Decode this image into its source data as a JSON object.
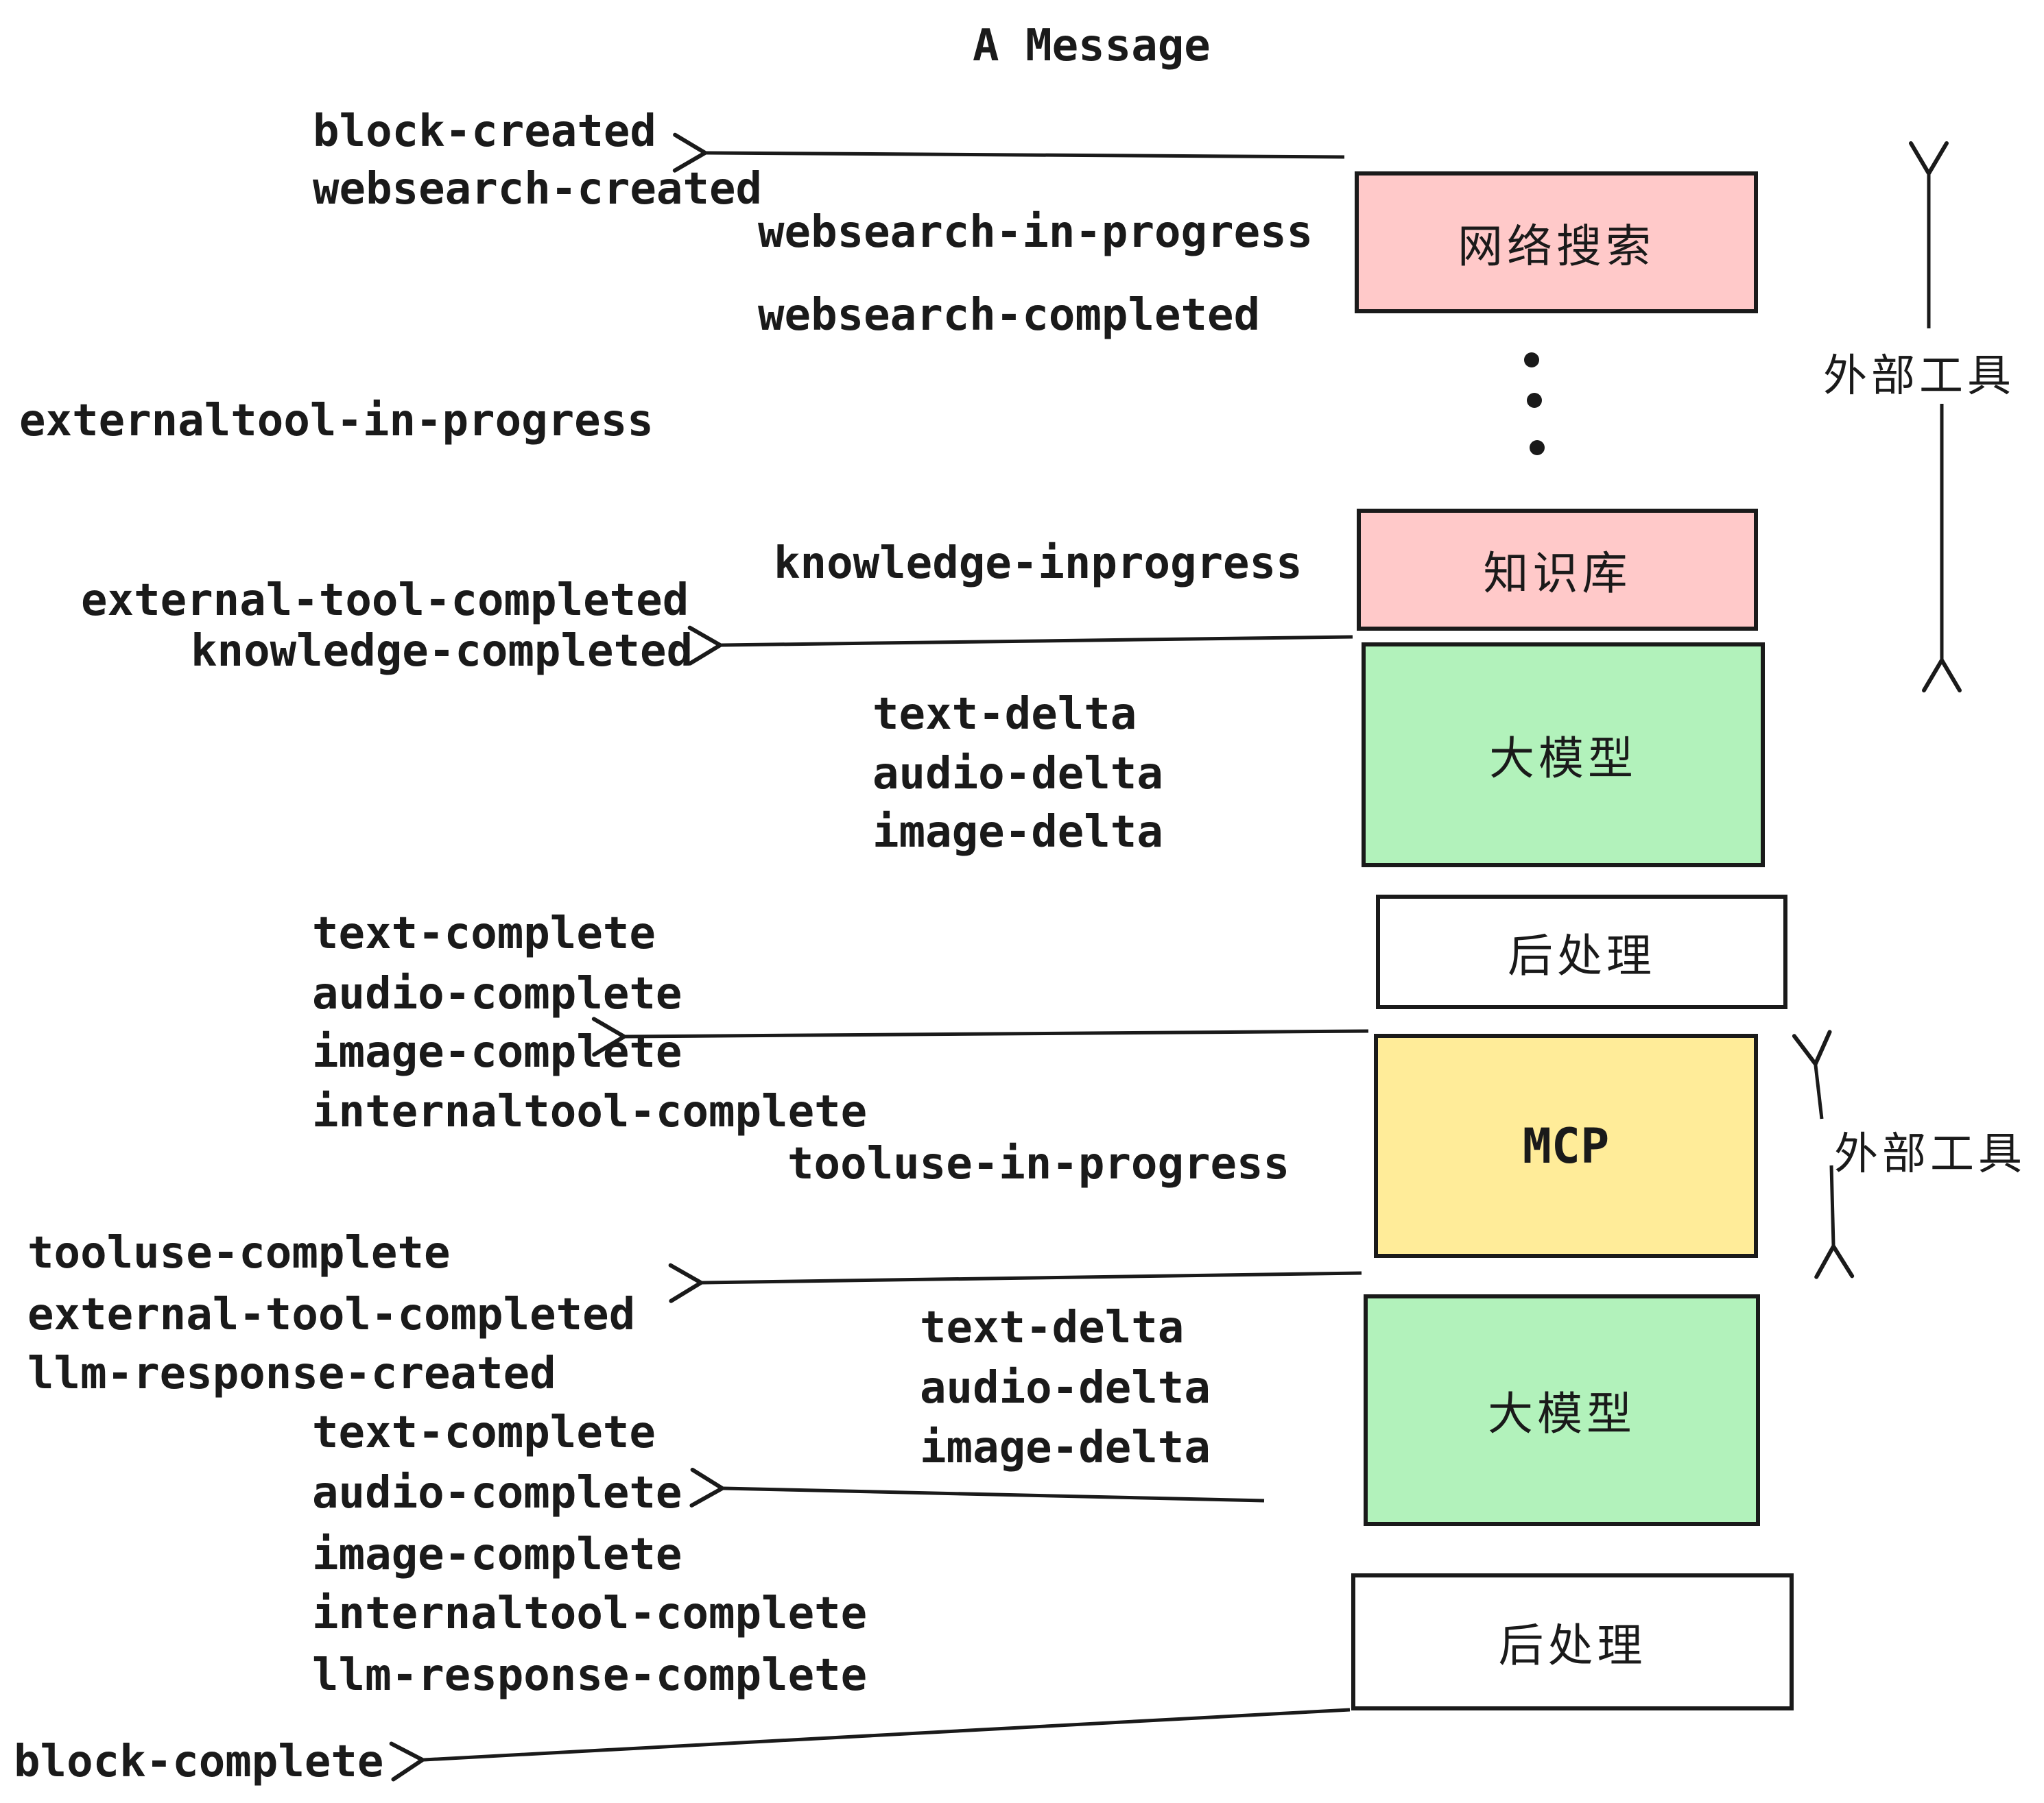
{
  "title": "A Message",
  "events": [
    {
      "id": "block-created",
      "text": "block-created"
    },
    {
      "id": "websearch-created",
      "text": "websearch-created"
    },
    {
      "id": "websearch-in-progress",
      "text": "websearch-in-progress"
    },
    {
      "id": "websearch-completed",
      "text": "websearch-completed"
    },
    {
      "id": "externaltool-in-progress",
      "text": "externaltool-in-progress"
    },
    {
      "id": "knowledge-inprogress",
      "text": "knowledge-inprogress"
    },
    {
      "id": "external-tool-completed",
      "text": "external-tool-completed"
    },
    {
      "id": "knowledge-completed",
      "text": "knowledge-completed"
    },
    {
      "id": "text-delta-1",
      "text": "text-delta"
    },
    {
      "id": "audio-delta-1",
      "text": "audio-delta"
    },
    {
      "id": "image-delta-1",
      "text": "image-delta"
    },
    {
      "id": "text-complete-1",
      "text": "text-complete"
    },
    {
      "id": "audio-complete-1",
      "text": "audio-complete"
    },
    {
      "id": "image-complete-1",
      "text": "image-complete"
    },
    {
      "id": "internaltool-complete-1",
      "text": "internaltool-complete"
    },
    {
      "id": "tooluse-in-progress",
      "text": "tooluse-in-progress"
    },
    {
      "id": "tooluse-complete",
      "text": "tooluse-complete"
    },
    {
      "id": "external-tool-completed-2",
      "text": "external-tool-completed"
    },
    {
      "id": "llm-response-created",
      "text": "llm-response-created"
    },
    {
      "id": "text-delta-2",
      "text": "text-delta"
    },
    {
      "id": "audio-delta-2",
      "text": "audio-delta"
    },
    {
      "id": "image-delta-2",
      "text": "image-delta"
    },
    {
      "id": "text-complete-2",
      "text": "text-complete"
    },
    {
      "id": "audio-complete-2",
      "text": "audio-complete"
    },
    {
      "id": "image-complete-2",
      "text": "image-complete"
    },
    {
      "id": "internaltool-complete-2",
      "text": "internaltool-complete"
    },
    {
      "id": "llm-response-complete",
      "text": "llm-response-complete"
    },
    {
      "id": "block-complete",
      "text": "block-complete"
    }
  ],
  "boxes": [
    {
      "id": "websearch",
      "label": "网络搜索",
      "color": "#ffc9c9"
    },
    {
      "id": "knowledge",
      "label": "知识库",
      "color": "#ffc9c9"
    },
    {
      "id": "llm-1",
      "label": "大模型",
      "color": "#b2f2bb"
    },
    {
      "id": "post-1",
      "label": "后处理",
      "color": "#ffffff"
    },
    {
      "id": "mcp",
      "label": "MCP",
      "color": "#ffec99"
    },
    {
      "id": "llm-2",
      "label": "大模型",
      "color": "#b2f2bb"
    },
    {
      "id": "post-2",
      "label": "后处理",
      "color": "#ffffff"
    }
  ],
  "side_labels": {
    "external_tool_top": "外部工具",
    "external_tool_middle": "外部工具"
  },
  "colors": {
    "stroke": "#1a1a1a",
    "pink": "#ffc9c9",
    "green": "#b2f2bb",
    "yellow": "#ffec99",
    "white": "#ffffff",
    "background": "#ffffff"
  }
}
